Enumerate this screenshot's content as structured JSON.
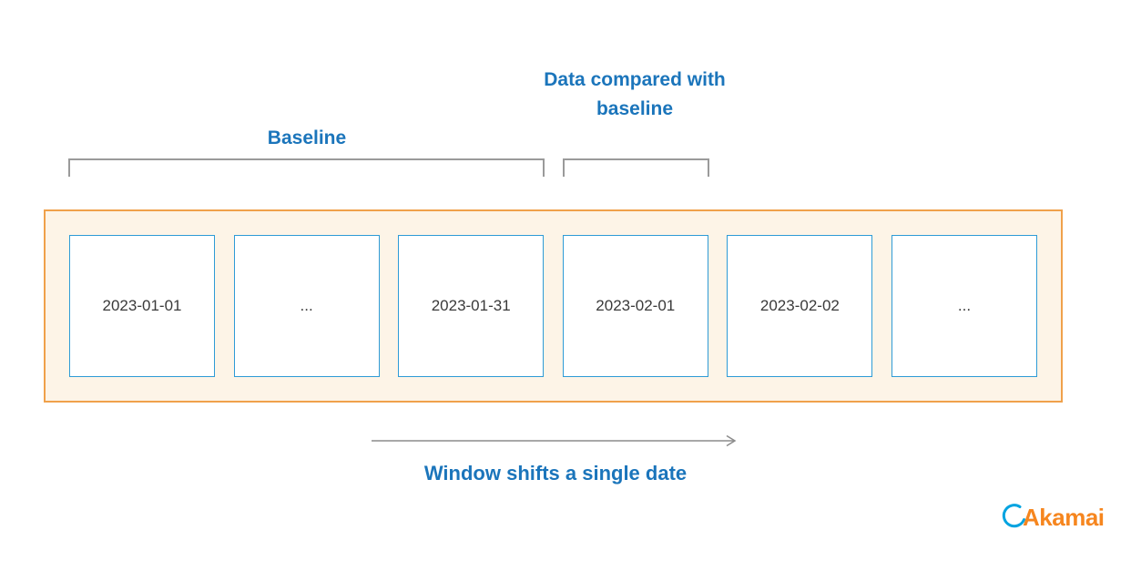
{
  "diagram": {
    "baseline_label": "Baseline",
    "compared_label": "Data compared with baseline",
    "boxes": [
      "2023-01-01",
      "...",
      "2023-01-31",
      "2023-02-01",
      "2023-02-02",
      "..."
    ],
    "arrow_label": "Window shifts a single date",
    "logo_text": "Akamai",
    "colors": {
      "blue_text": "#1B75BB",
      "box_border": "#2E9BD6",
      "container_border": "#F0A14B",
      "container_bg": "#FDF4E7",
      "bracket_gray": "#9A9A9A",
      "arrow_gray": "#8C8C8C",
      "logo_orange": "#F6861F",
      "logo_blue": "#00A3E0"
    }
  }
}
